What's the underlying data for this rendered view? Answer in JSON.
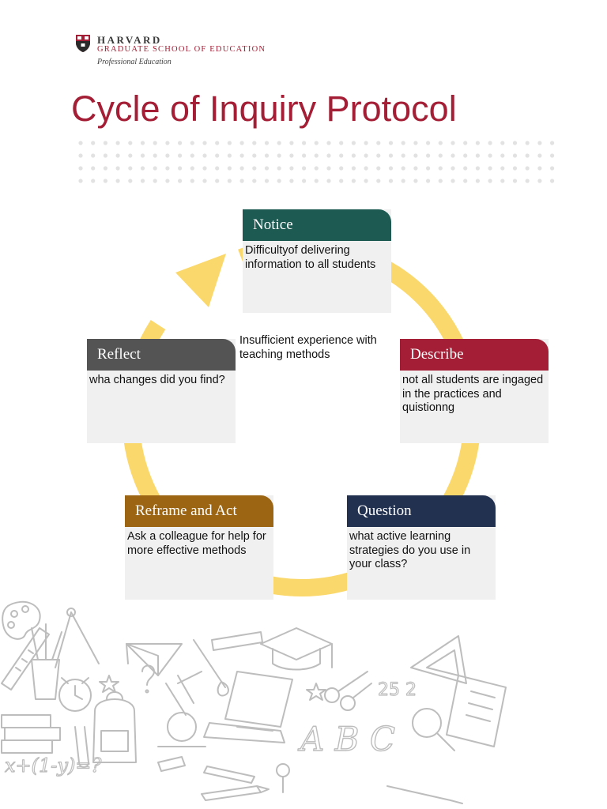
{
  "logo": {
    "line1": "HARVARD",
    "line2": "GRADUATE  SCHOOL OF EDUCATION",
    "line3": "Professional Education"
  },
  "title": "Cycle of Inquiry Protocol",
  "center_note": "Insufficient experience with teaching methods",
  "steps": [
    {
      "title": "Notice",
      "text": "Difficultyof delivering information to all students",
      "color": "#1c5a52"
    },
    {
      "title": "Describe",
      "text": "not all students are ingaged in the practices and quistionng",
      "color": "#a41f35"
    },
    {
      "title": "Question",
      "text": "what active learning strategies do you use in your class?",
      "color": "#233150"
    },
    {
      "title": "Reframe and Act",
      "text": "Ask a colleague for help for more effective methods",
      "color": "#9c6513"
    },
    {
      "title": "Reflect",
      "text": "wha changes did you find?",
      "color": "#545454"
    }
  ],
  "doodle_text": {
    "formula": "x+(1-y)=?",
    "abc": "A B C",
    "numbers": "25 2"
  },
  "colors": {
    "accent": "#a41f35",
    "cycle_arrow": "#fbd86b"
  }
}
